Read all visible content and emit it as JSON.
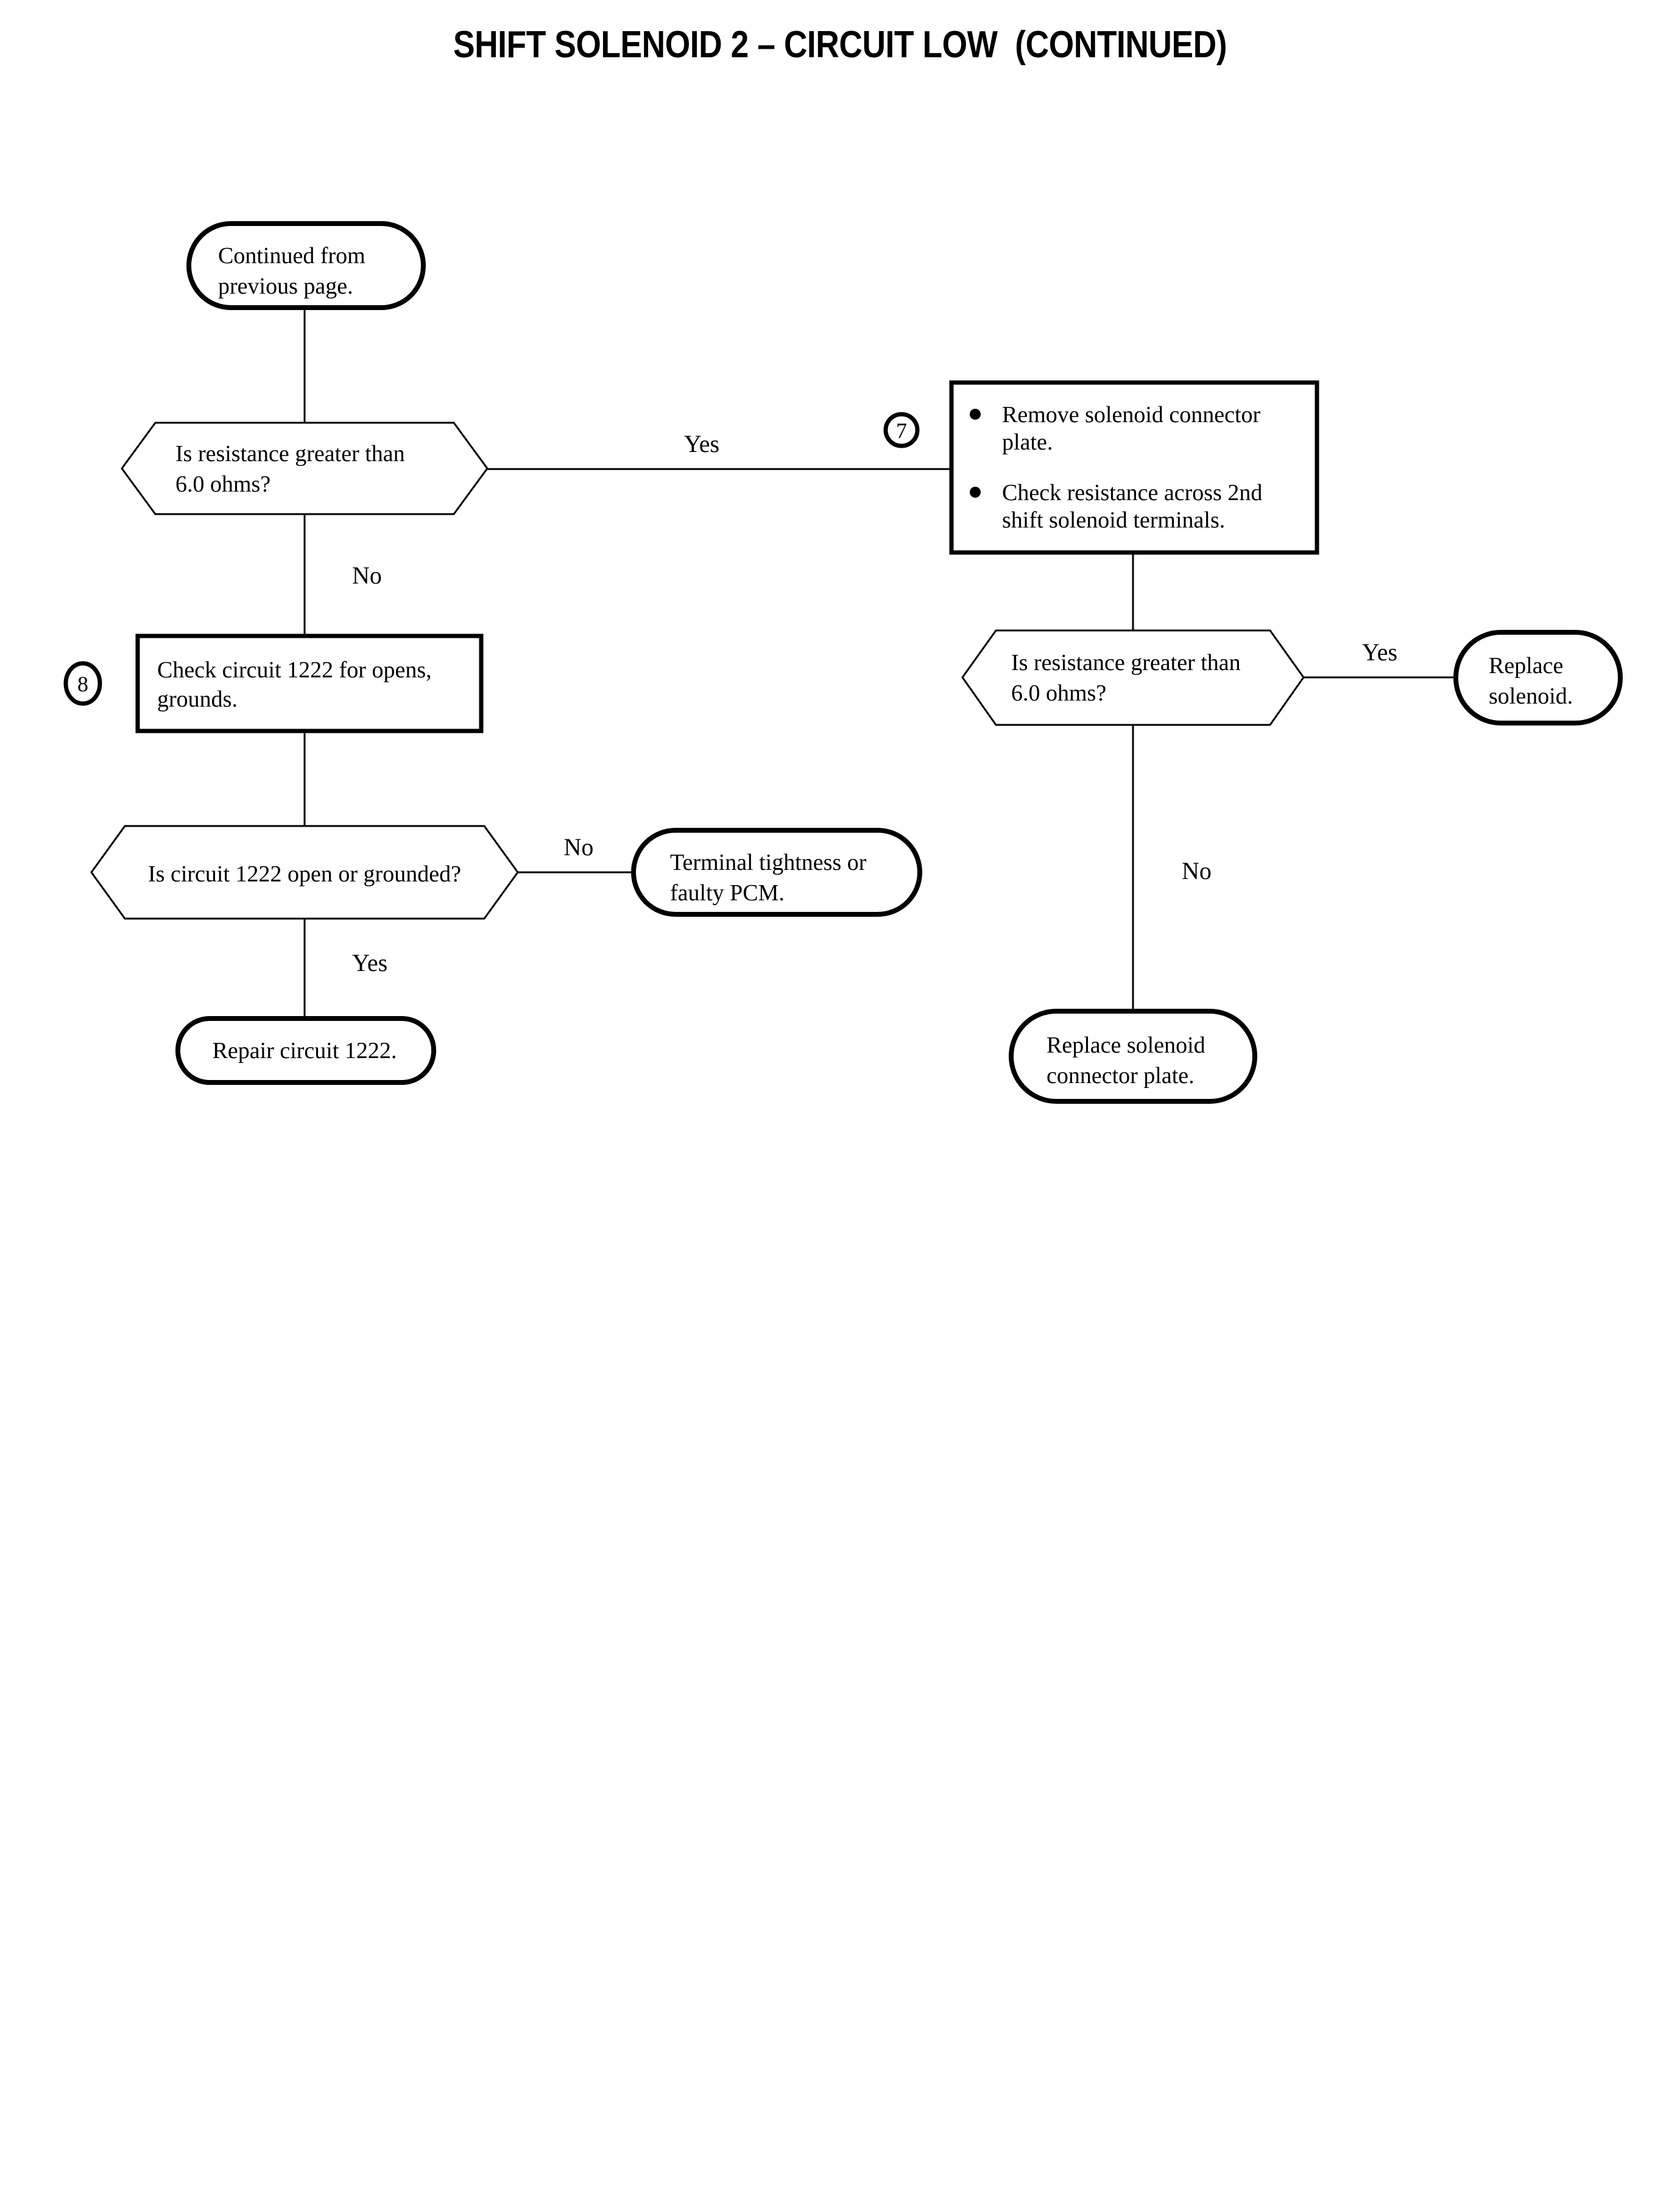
{
  "title": "SHIFT SOLENOID 2 – CIRCUIT LOW  (CONTINUED)",
  "nodes": {
    "continued_from": {
      "type": "terminal",
      "line1": "Continued from",
      "line2": "previous page."
    },
    "decision_resistance_1": {
      "type": "decision",
      "line1": "Is resistance greater than",
      "line2": "6.0 ohms?"
    },
    "process_remove_plate": {
      "type": "process",
      "bullet1_line1": "Remove solenoid connector",
      "bullet1_line2": "plate.",
      "bullet2_line1": "Check resistance across 2nd",
      "bullet2_line2": "shift solenoid terminals."
    },
    "process_check_circuit": {
      "type": "process",
      "line1": "Check circuit 1222 for opens,",
      "line2": "grounds."
    },
    "decision_resistance_2": {
      "type": "decision",
      "line1": "Is resistance greater than",
      "line2": "6.0 ohms?"
    },
    "terminal_replace_solenoid": {
      "type": "terminal",
      "line1": "Replace",
      "line2": "solenoid."
    },
    "decision_circuit_open": {
      "type": "decision",
      "line1": "Is circuit 1222 open or grounded?"
    },
    "terminal_terminal_tightness": {
      "type": "terminal",
      "line1": "Terminal tightness or",
      "line2": "faulty PCM."
    },
    "terminal_repair_circuit": {
      "type": "terminal",
      "line1": "Repair circuit 1222."
    },
    "terminal_replace_plate": {
      "type": "terminal",
      "line1": "Replace solenoid",
      "line2": "connector plate."
    }
  },
  "step_markers": {
    "marker_7": "7",
    "marker_8": "8"
  },
  "edge_labels": {
    "yes_top": "Yes",
    "no_left": "No",
    "yes_right": "Yes",
    "no_right": "No",
    "no_mid": "No",
    "yes_bottom": "Yes"
  },
  "colors": {
    "stroke": "#000000",
    "background": "#ffffff"
  }
}
